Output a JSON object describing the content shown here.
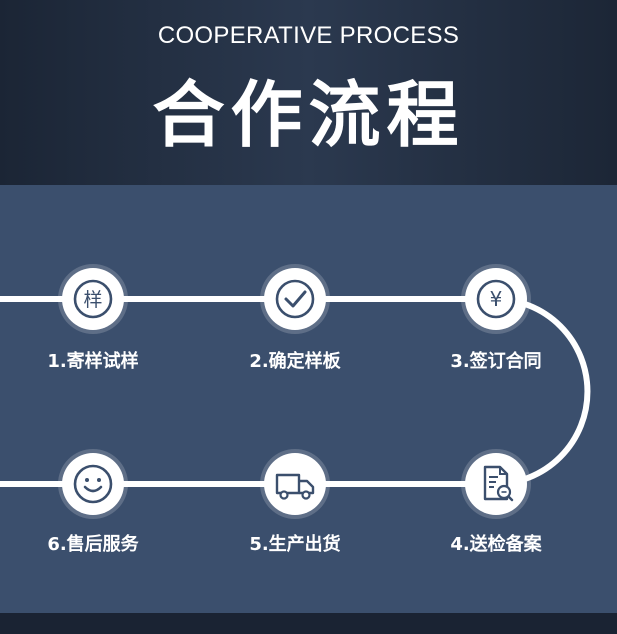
{
  "header": {
    "subtitle": "COOPERATIVE PROCESS",
    "title": "合作流程"
  },
  "steps": [
    {
      "label": "1.寄样试样",
      "icon": "yang-character-icon"
    },
    {
      "label": "2.确定样板",
      "icon": "checkmark-icon"
    },
    {
      "label": "3.签订合同",
      "icon": "yen-icon"
    },
    {
      "label": "4.送检备案",
      "icon": "document-search-icon"
    },
    {
      "label": "5.生产出货",
      "icon": "truck-icon"
    },
    {
      "label": "6.售后服务",
      "icon": "smiley-icon"
    }
  ],
  "icon_glyphs": {
    "yang": "样",
    "yen": "¥"
  },
  "colors": {
    "header_bg": "#1f2a3b",
    "panel_bg": "#3b4f6d",
    "icon_stroke": "#3b4f6d",
    "line": "#ffffff"
  }
}
